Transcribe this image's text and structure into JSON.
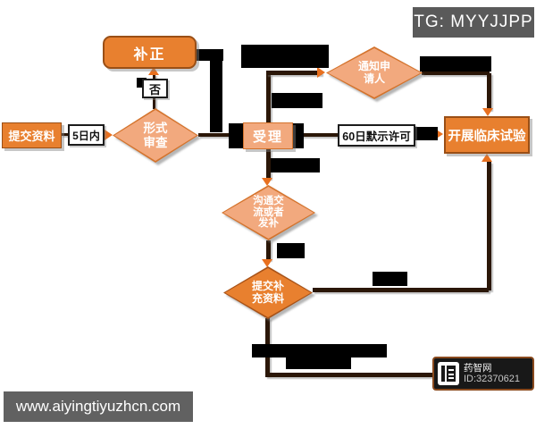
{
  "badge": {
    "label": "TG: MYYJJPP"
  },
  "footer": {
    "url": "www.aiyingtiyuzhcn.com"
  },
  "watermark": {
    "site": "药智网",
    "id": "ID:32370621",
    "icon": "yaozhiwang-logo"
  },
  "flow": {
    "nodes": {
      "submit": {
        "label": "提交资料"
      },
      "within5": {
        "label": "5日内"
      },
      "formal_review": {
        "line1": "形式",
        "line2": "审查"
      },
      "no": {
        "label": "否"
      },
      "correction": {
        "label": "补正"
      },
      "accept": {
        "label": "受理"
      },
      "permit60": {
        "label": "60日默示许可"
      },
      "clinical": {
        "label": "开展临床试验"
      },
      "notify": {
        "line1": "通知申",
        "line2": "请人"
      },
      "comm": {
        "line1": "沟通交",
        "line2": "流或者",
        "line3": "发补"
      },
      "supp": {
        "line1": "提交补",
        "line2": "充资料"
      }
    },
    "colors": {
      "box_orange": "#E8802F",
      "box_peach": "#F2A97E",
      "border_orange": "#D4732C",
      "line_dark": "#2B1708",
      "arrow_orange": "#E8701F",
      "censor_black": "#000000",
      "badge_gray": "#5a5a5a",
      "footer_gray": "#616161",
      "watermark_bg": "#181818",
      "watermark_border": "#8a4a1e"
    }
  }
}
